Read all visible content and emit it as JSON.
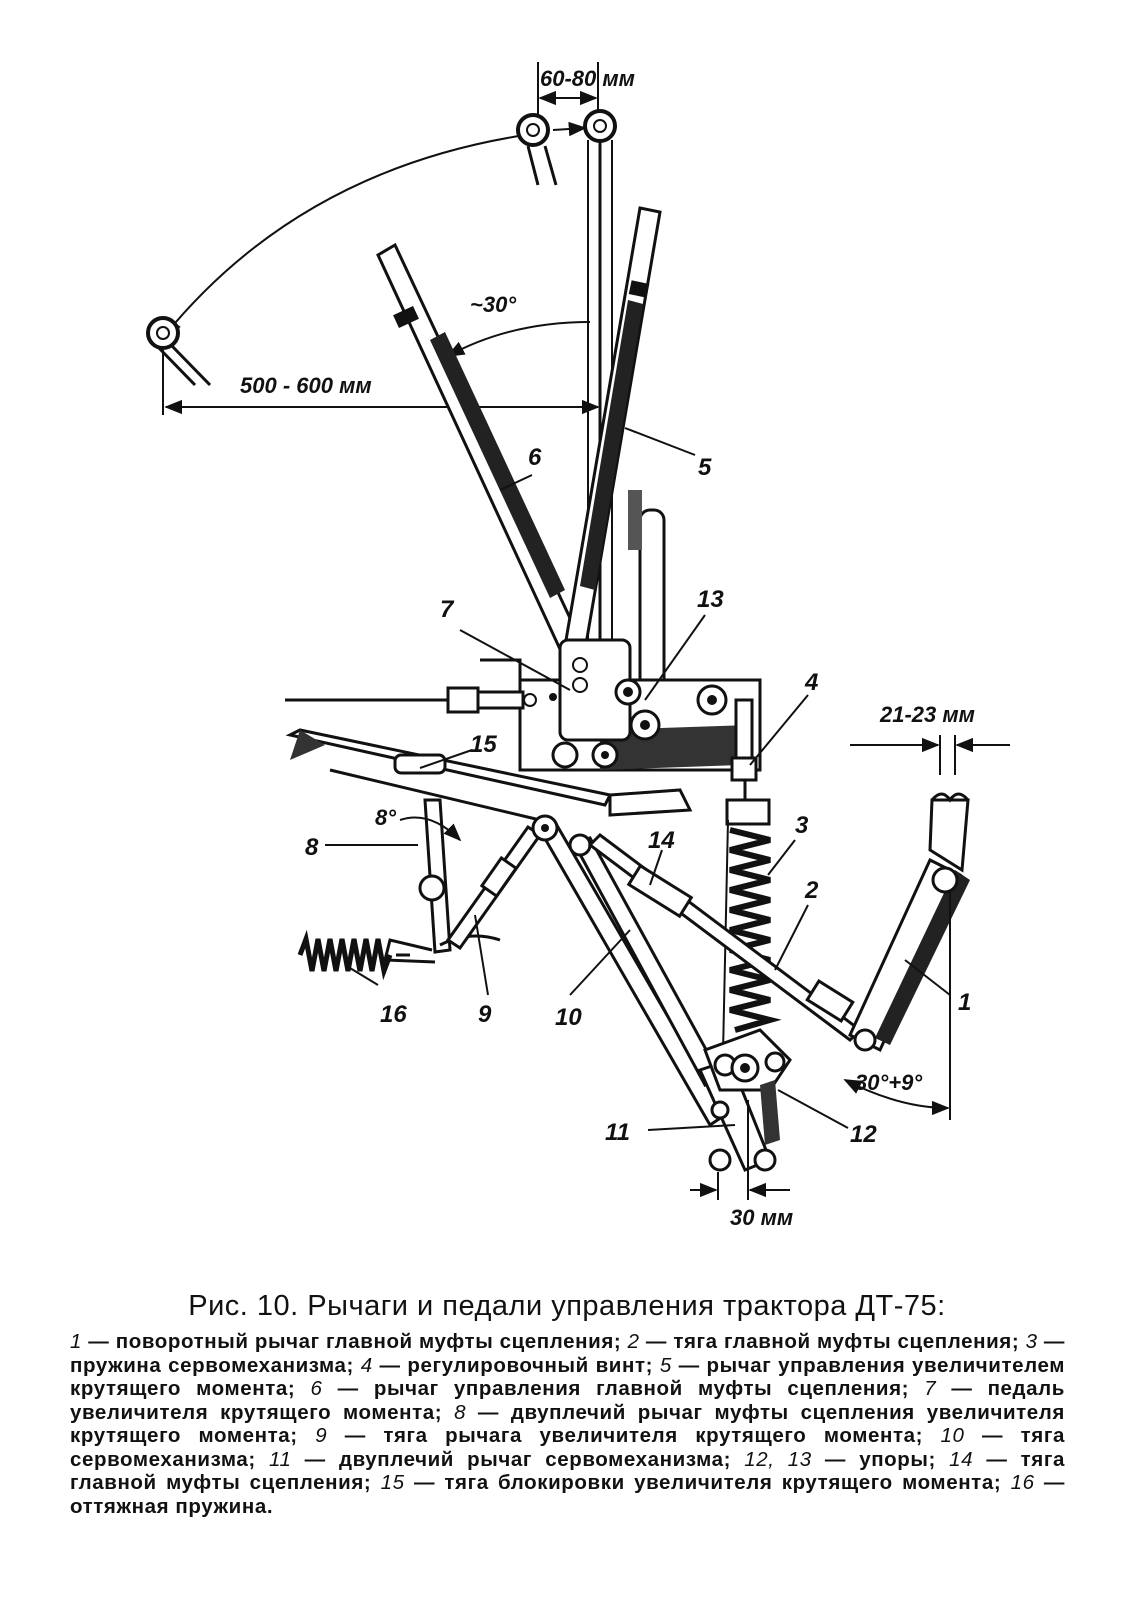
{
  "figure": {
    "dimensions": {
      "top_gap": "60-80 мм",
      "angle_lever": "~30°",
      "lever_travel": "500 - 600 мм",
      "screw_gap": "21-23 мм",
      "pedal_angle": "8°",
      "lever_angle": "30°+9°",
      "bottom_gap": "30 мм"
    },
    "part_labels": {
      "p1": "1",
      "p2": "2",
      "p3": "3",
      "p4": "4",
      "p5": "5",
      "p6": "6",
      "p7": "7",
      "p8": "8",
      "p9": "9",
      "p10": "10",
      "p11": "11",
      "p12": "12",
      "p13": "13",
      "p14": "14",
      "p15": "15",
      "p16": "16"
    }
  },
  "caption": {
    "title": "Рис. 10. Рычаги и педали управления трактора ДТ-75:",
    "legend": [
      {
        "num": "1",
        "text": "поворотный рычаг главной муфты сцепления;"
      },
      {
        "num": "2",
        "text": "тяга главной муфты сцепления;"
      },
      {
        "num": "3",
        "text": "пружина сервомеханизма;"
      },
      {
        "num": "4",
        "text": "регулировочный винт;"
      },
      {
        "num": "5",
        "text": "рычаг управления увеличителем крутящего момента;"
      },
      {
        "num": "6",
        "text": "рычаг управления главной муфты сцепления;"
      },
      {
        "num": "7",
        "text": "педаль увеличителя крутящего момента;"
      },
      {
        "num": "8",
        "text": "двуплечий рычаг муфты сцепления увеличителя крутящего момента;"
      },
      {
        "num": "9",
        "text": "тяга рычага увеличителя крутящего момента;"
      },
      {
        "num": "10",
        "text": "тяга сервомеханизма;"
      },
      {
        "num": "11",
        "text": "двуплечий рычаг сервомеханизма;"
      },
      {
        "num": "12, 13",
        "text": "упоры;"
      },
      {
        "num": "14",
        "text": "тяга главной муфты сцепления;"
      },
      {
        "num": "15",
        "text": "тяга блокировки увеличителя крутящего момента;"
      },
      {
        "num": "16",
        "text": "оттяжная пружина."
      }
    ]
  }
}
